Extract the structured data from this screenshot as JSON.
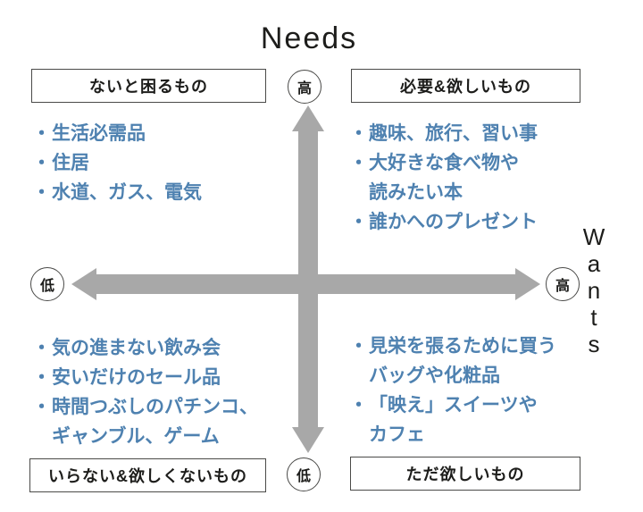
{
  "axis_titles": {
    "vertical": "Needs",
    "horizontal": "Wants"
  },
  "glyphs": {
    "bullet": "・"
  },
  "colors": {
    "list_text": "#4e81b0",
    "arrow": "#a8a8a8",
    "ink": "#1d1d1b",
    "border": "#4a4a48",
    "background": "#ffffff"
  },
  "axis_levels": {
    "top": "高",
    "bottom": "低",
    "left": "低",
    "right": "高"
  },
  "quadrants": {
    "top_left": {
      "box_label": "ないと困るもの",
      "lines": [
        {
          "bullet": true,
          "text": "生活必需品"
        },
        {
          "bullet": true,
          "text": "住居"
        },
        {
          "bullet": true,
          "text": "水道、ガス、電気"
        }
      ]
    },
    "top_right": {
      "box_label": "必要&欲しいもの",
      "lines": [
        {
          "bullet": true,
          "text": "趣味、旅行、習い事"
        },
        {
          "bullet": true,
          "text": "大好きな食べ物や"
        },
        {
          "bullet": false,
          "text": "読みたい本"
        },
        {
          "bullet": true,
          "text": "誰かへのプレゼント"
        }
      ]
    },
    "bottom_left": {
      "box_label": "いらない&欲しくないもの",
      "lines": [
        {
          "bullet": true,
          "text": "気の進まない飲み会"
        },
        {
          "bullet": true,
          "text": "安いだけのセール品"
        },
        {
          "bullet": true,
          "text": "時間つぶしのパチンコ、"
        },
        {
          "bullet": false,
          "text": "ギャンブル、ゲーム"
        }
      ]
    },
    "bottom_right": {
      "box_label": "ただ欲しいもの",
      "lines": [
        {
          "bullet": true,
          "text": "見栄を張るために買う"
        },
        {
          "bullet": false,
          "text": "バッグや化粧品"
        },
        {
          "bullet": true,
          "text": "「映え」スイーツや"
        },
        {
          "bullet": false,
          "text": "カフェ"
        }
      ]
    }
  }
}
